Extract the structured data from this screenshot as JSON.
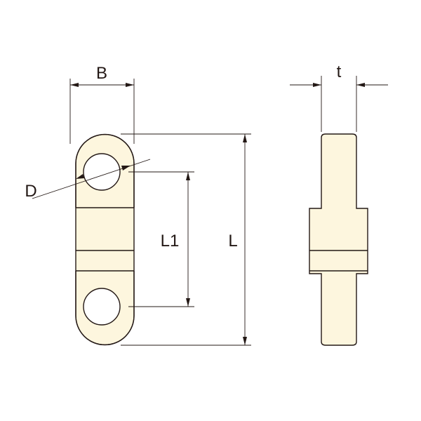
{
  "colors": {
    "part_fill": "#fdf6de",
    "line": "#231815",
    "hole_fill": "#ffffff"
  },
  "dimensions": {
    "B": "B",
    "t": "t",
    "D": "D",
    "L1": "L1",
    "L": "L"
  }
}
